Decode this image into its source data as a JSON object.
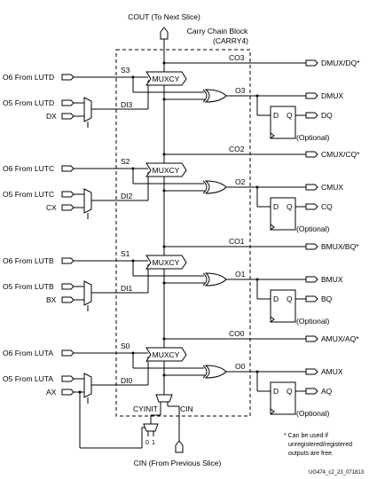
{
  "title_top": "COUT (To Next Slice)",
  "block_title_1": "Carry Chain Block",
  "block_title_2": "(CARRY4)",
  "mux_label": "MUXCY",
  "stages": [
    {
      "o6": "O6 From LUTD",
      "o5": "O5 From LUTD",
      "x": "DX",
      "s": "S3",
      "di": "DI3",
      "co": "CO3",
      "o": "O3",
      "mux_out": "DMUX/DQ*",
      "xor_out": "DMUX",
      "ff_out": "DQ"
    },
    {
      "o6": "O6 From LUTC",
      "o5": "O5 From LUTC",
      "x": "CX",
      "s": "S2",
      "di": "DI2",
      "co": "CO2",
      "o": "O2",
      "mux_out": "CMUX/CQ*",
      "xor_out": "CMUX",
      "ff_out": "CQ"
    },
    {
      "o6": "O6 From LUTB",
      "o5": "O5 From LUTB",
      "x": "BX",
      "s": "S1",
      "di": "DI1",
      "co": "CO1",
      "o": "O1",
      "mux_out": "BMUX/BQ*",
      "xor_out": "BMUX",
      "ff_out": "BQ"
    },
    {
      "o6": "O6 From LUTA",
      "o5": "O5 From LUTA",
      "x": "AX",
      "s": "S0",
      "di": "DI0",
      "co": "CO0",
      "o": "O0",
      "mux_out": "AMUX/AQ*",
      "xor_out": "AMUX",
      "ff_out": "AQ"
    }
  ],
  "ff_d": "D",
  "ff_q": "Q",
  "optional": "(Optional)",
  "cyinit": "CYINIT",
  "cin": "CIN",
  "const_0": "0",
  "const_1": "1",
  "cin_bottom": "CIN (From Previous Slice)",
  "footnote_1": "* Can be used if",
  "footnote_2": "unregistered/registered",
  "footnote_3": "outputs are free.",
  "figure_id": "UG474_c2_23_071813"
}
